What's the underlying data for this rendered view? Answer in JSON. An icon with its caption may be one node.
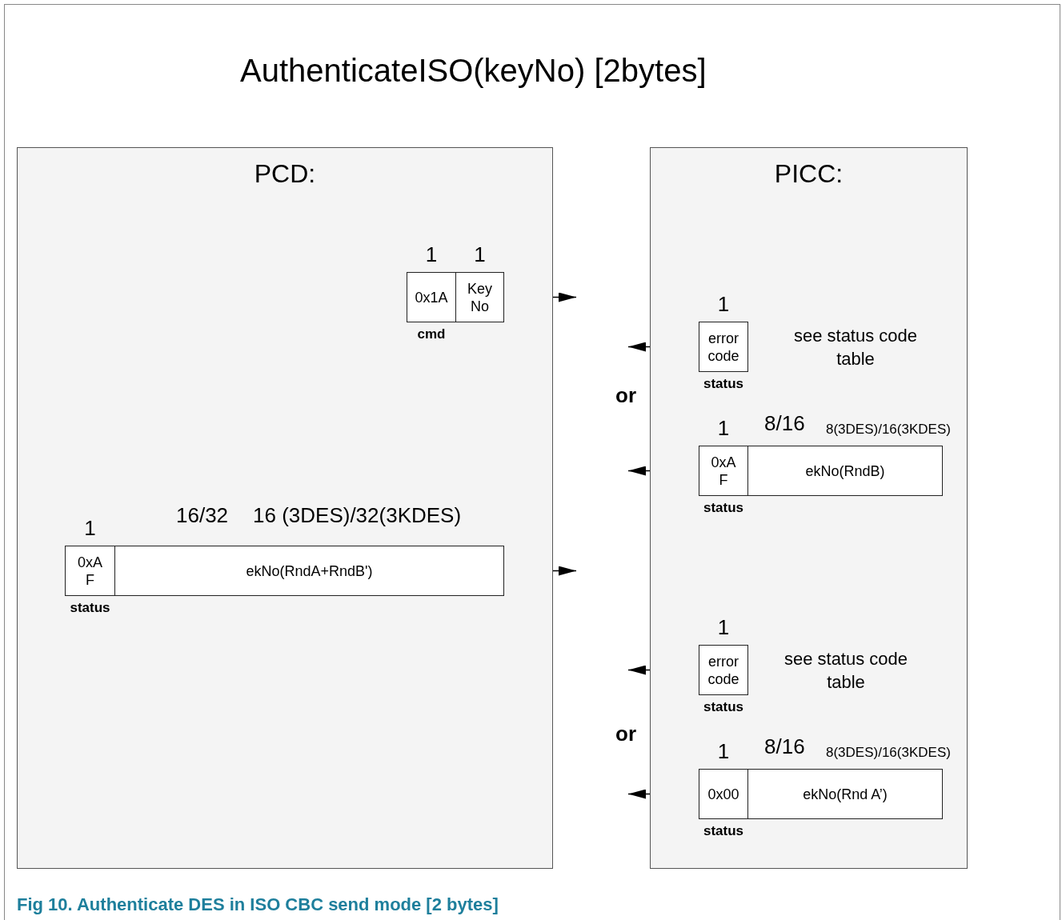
{
  "diagram": {
    "title": "AuthenticateISO(keyNo) [2bytes]",
    "caption": "Fig 10. Authenticate DES in ISO CBC send mode [2 bytes]",
    "nodes": [
      {
        "text": [
          "PCD:"
        ]
      },
      {
        "text": [
          "PICC:"
        ]
      },
      {
        "text": [
          "0x1A"
        ],
        "in": 0,
        "beside": [
          "1",
          "cmd"
        ]
      },
      {
        "text": [
          "Key No"
        ],
        "in": 0,
        "beside": [
          "1"
        ]
      },
      {
        "text": [
          "0xA F"
        ],
        "in": 0,
        "beside": [
          "1",
          "status"
        ]
      },
      {
        "text": [
          "ekNo(RndA+RndB')"
        ],
        "in": 0,
        "beside": [
          "16/32",
          "16 (3DES)/32(3KDES)"
        ]
      },
      {
        "text": [
          "error code"
        ],
        "in": 1,
        "beside": [
          "1",
          "status",
          "see status code table"
        ]
      },
      {
        "text": [
          "0xA F"
        ],
        "in": 1,
        "beside": [
          "1",
          "status"
        ]
      },
      {
        "text": [
          "ekNo(RndB)"
        ],
        "in": 1,
        "beside": [
          "8/16",
          "8(3DES)/16(3KDES)"
        ]
      },
      {
        "text": [
          "error code"
        ],
        "in": 1,
        "beside": [
          "1",
          "status",
          "see status code table"
        ]
      },
      {
        "text": [
          "0x00"
        ],
        "in": 1,
        "beside": [
          "1",
          "status"
        ]
      },
      {
        "text": [
          "ekNo(Rnd A’)"
        ],
        "in": 1,
        "beside": [
          "8/16",
          "8(3DES)/16(3KDES)"
        ]
      }
    ],
    "edges": [
      {
        "from": 3,
        "to": null,
        "arrow": "to"
      },
      {
        "from": 6,
        "to": null,
        "arrow": "to"
      },
      {
        "from": 7,
        "to": null,
        "arrow": "to"
      },
      {
        "from": 5,
        "to": null,
        "arrow": "to"
      },
      {
        "from": 9,
        "to": null,
        "arrow": "to"
      },
      {
        "from": 10,
        "to": null,
        "arrow": "to"
      }
    ],
    "labels": [
      "or",
      "or"
    ]
  }
}
